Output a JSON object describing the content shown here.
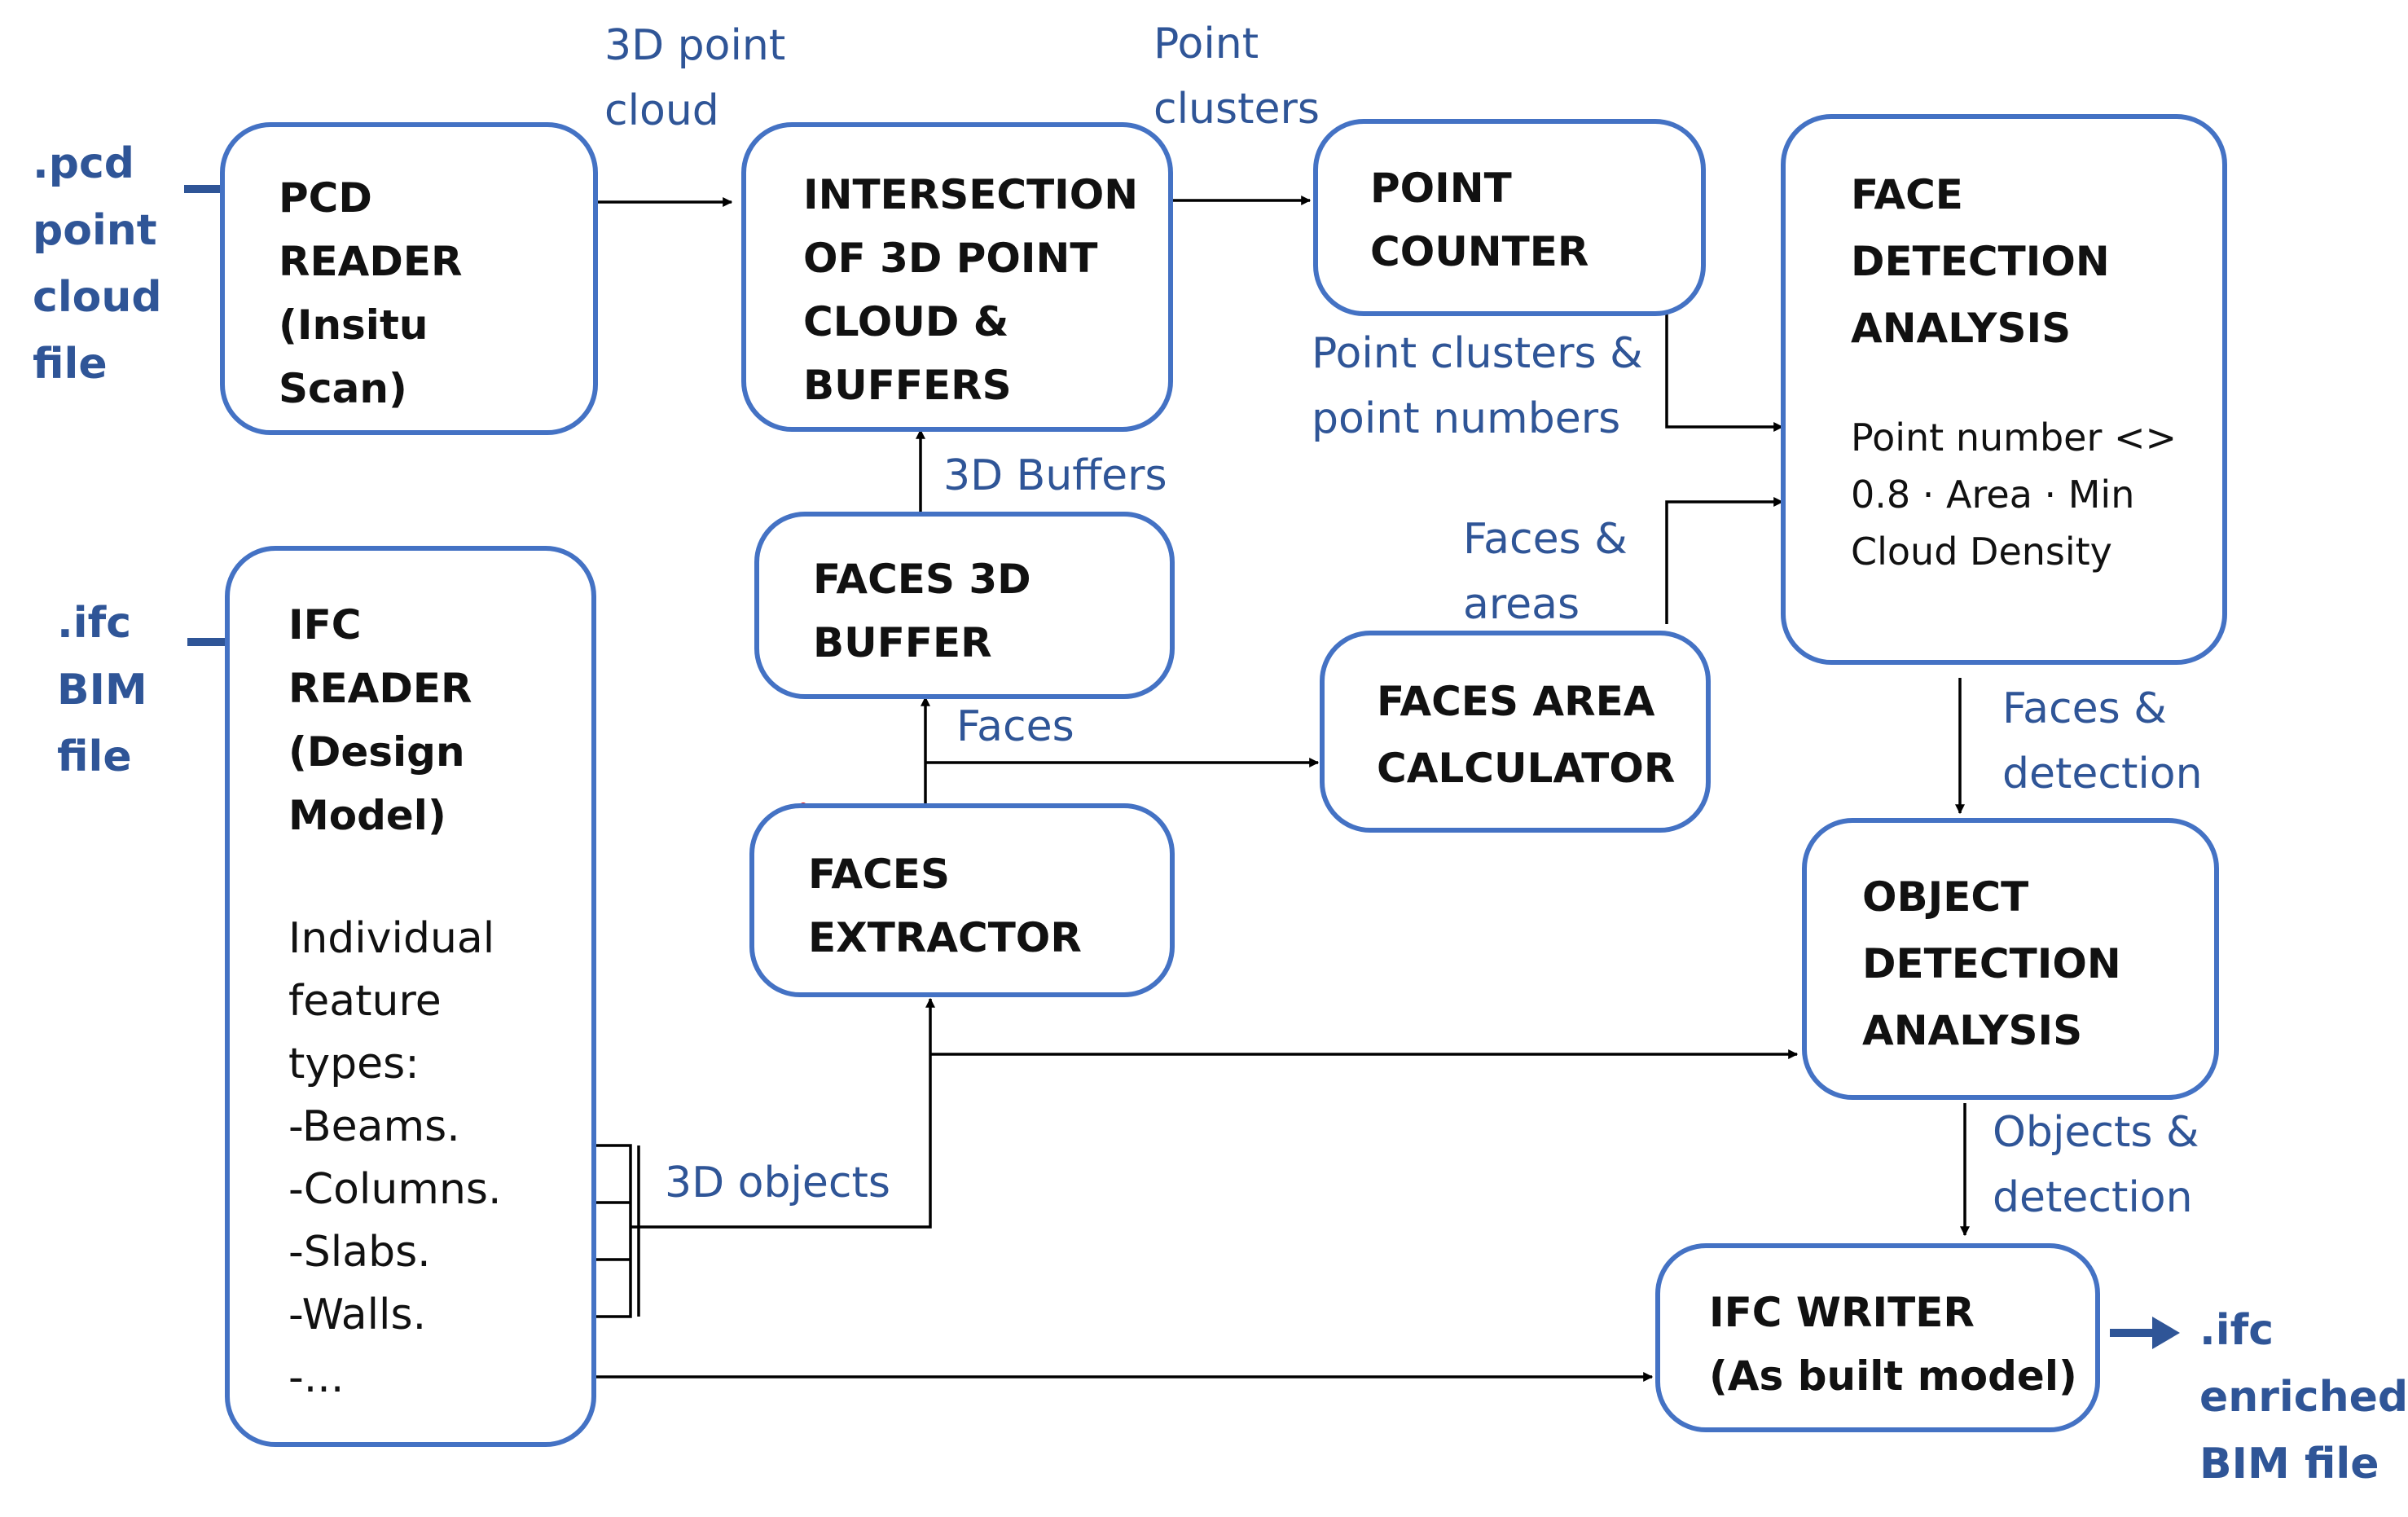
{
  "inputs": {
    "pcd": ".pcd\npoint\ncloud\nfile",
    "ifc": ".ifc\nBIM\nfile"
  },
  "output": {
    "ifc_enriched": ".ifc\nenriched\nBIM file"
  },
  "blocks": {
    "pcd_reader": "PCD\nREADER\n(Insitu\nScan)",
    "intersection": "INTERSECTION\nOF 3D POINT\nCLOUD &\nBUFFERS",
    "point_counter": "POINT\nCOUNTER",
    "face_detection": {
      "title": "FACE\nDETECTION\nANALYSIS",
      "rule": "Point number <>\n0.8 · Area · Min\nCloud Density"
    },
    "ifc_reader": {
      "title": "IFC\nREADER\n(Design\nModel)",
      "feature_items": [
        "Individual",
        "feature",
        "types:",
        "-Beams.",
        "-Columns.",
        "-Slabs.",
        "-Walls.",
        "-..."
      ]
    },
    "faces_3d_buffer": "FACES 3D\nBUFFER",
    "faces_extractor": "FACES\nEXTRACTOR",
    "faces_area_calculator": "FACES AREA\nCALCULATOR",
    "object_detection": "OBJECT\nDETECTION\nANALYSIS",
    "ifc_writer": "IFC WRITER\n(As built model)"
  },
  "flow_labels": {
    "point_cloud_3d": "3D point\ncloud",
    "point_clusters": "Point\nclusters",
    "clusters_and_numbers": "Point clusters &\npoint numbers",
    "buffers_3d": "3D Buffers",
    "faces_and_areas": "Faces &\nareas",
    "faces": "Faces",
    "faces_and_detection": "Faces &\ndetection",
    "objects_3d": "3D objects",
    "objects_and_detection": "Objects &\ndetection"
  },
  "colors": {
    "box_border": "#4472c4",
    "label_text": "#2f5597",
    "box_text": "#111111",
    "connector": "#000000"
  }
}
